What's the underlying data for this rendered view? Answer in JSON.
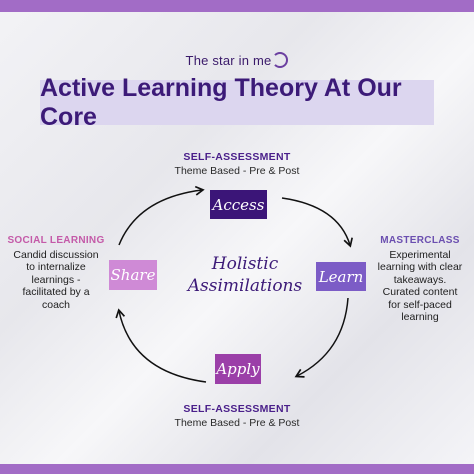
{
  "logo": {
    "text": "The star in me"
  },
  "title": "Active Learning Theory At Our Core",
  "top_label": {
    "heading": "SELF-ASSESSMENT",
    "sub": "Theme Based - Pre & Post"
  },
  "bottom_label": {
    "heading": "SELF-ASSESSMENT",
    "sub": "Theme Based - Pre & Post"
  },
  "left_text": {
    "heading": "SOCIAL LEARNING",
    "body": "Candid discussion\nto internalize\nlearnings -\nfacilitated by a\ncoach"
  },
  "right_text": {
    "heading": "MASTERCLASS",
    "body": "Experimental\nlearning with clear\ntakeaways.\nCurated content\nfor self-paced\nlearning"
  },
  "nodes": {
    "access": {
      "label": "Access",
      "color": "#3b1578"
    },
    "learn": {
      "label": "Learn",
      "color": "#7c5cc6"
    },
    "apply": {
      "label": "Apply",
      "color": "#9b3fa8"
    },
    "share": {
      "label": "Share",
      "color": "#cf8ad6"
    }
  },
  "center": {
    "line1": "Holistic",
    "line2": "Assimilations"
  },
  "colors": {
    "band": "#a26cc6",
    "title_bg": "#dcd6ef",
    "title_text": "#3c1a78",
    "heading_purple": "#4a1f8a",
    "left_heading": "#c45aa8",
    "right_heading": "#6b4fb0",
    "arrow": "#111111"
  }
}
